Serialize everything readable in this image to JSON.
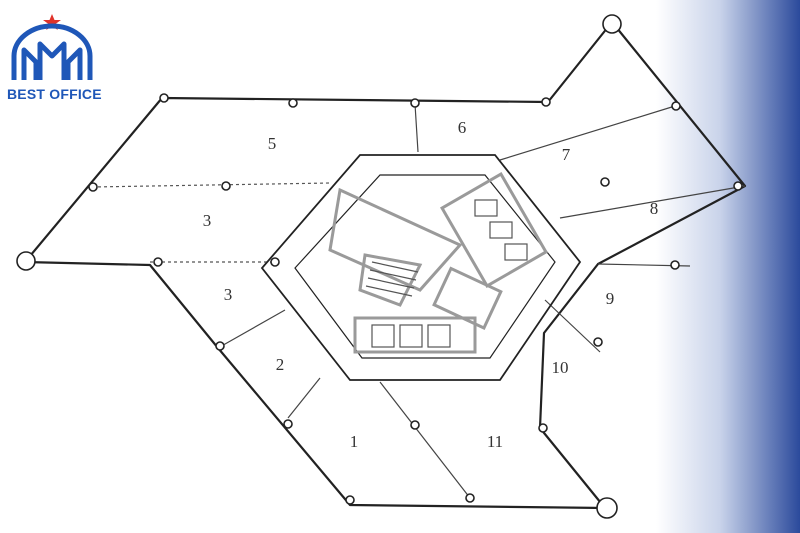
{
  "brand": {
    "name": "BEST OFFICE",
    "logo_icon": "building-star-logo",
    "color": "#1f57b8",
    "star_color": "#e0332b"
  },
  "floor_plan": {
    "room_labels": [
      "1",
      "2",
      "3",
      "3",
      "5",
      "6",
      "7",
      "8",
      "9",
      "10",
      "11"
    ],
    "line_color": "#222222",
    "core_color": "#9a9a9a"
  },
  "background": {
    "fade_color": "#2b4a9c"
  }
}
